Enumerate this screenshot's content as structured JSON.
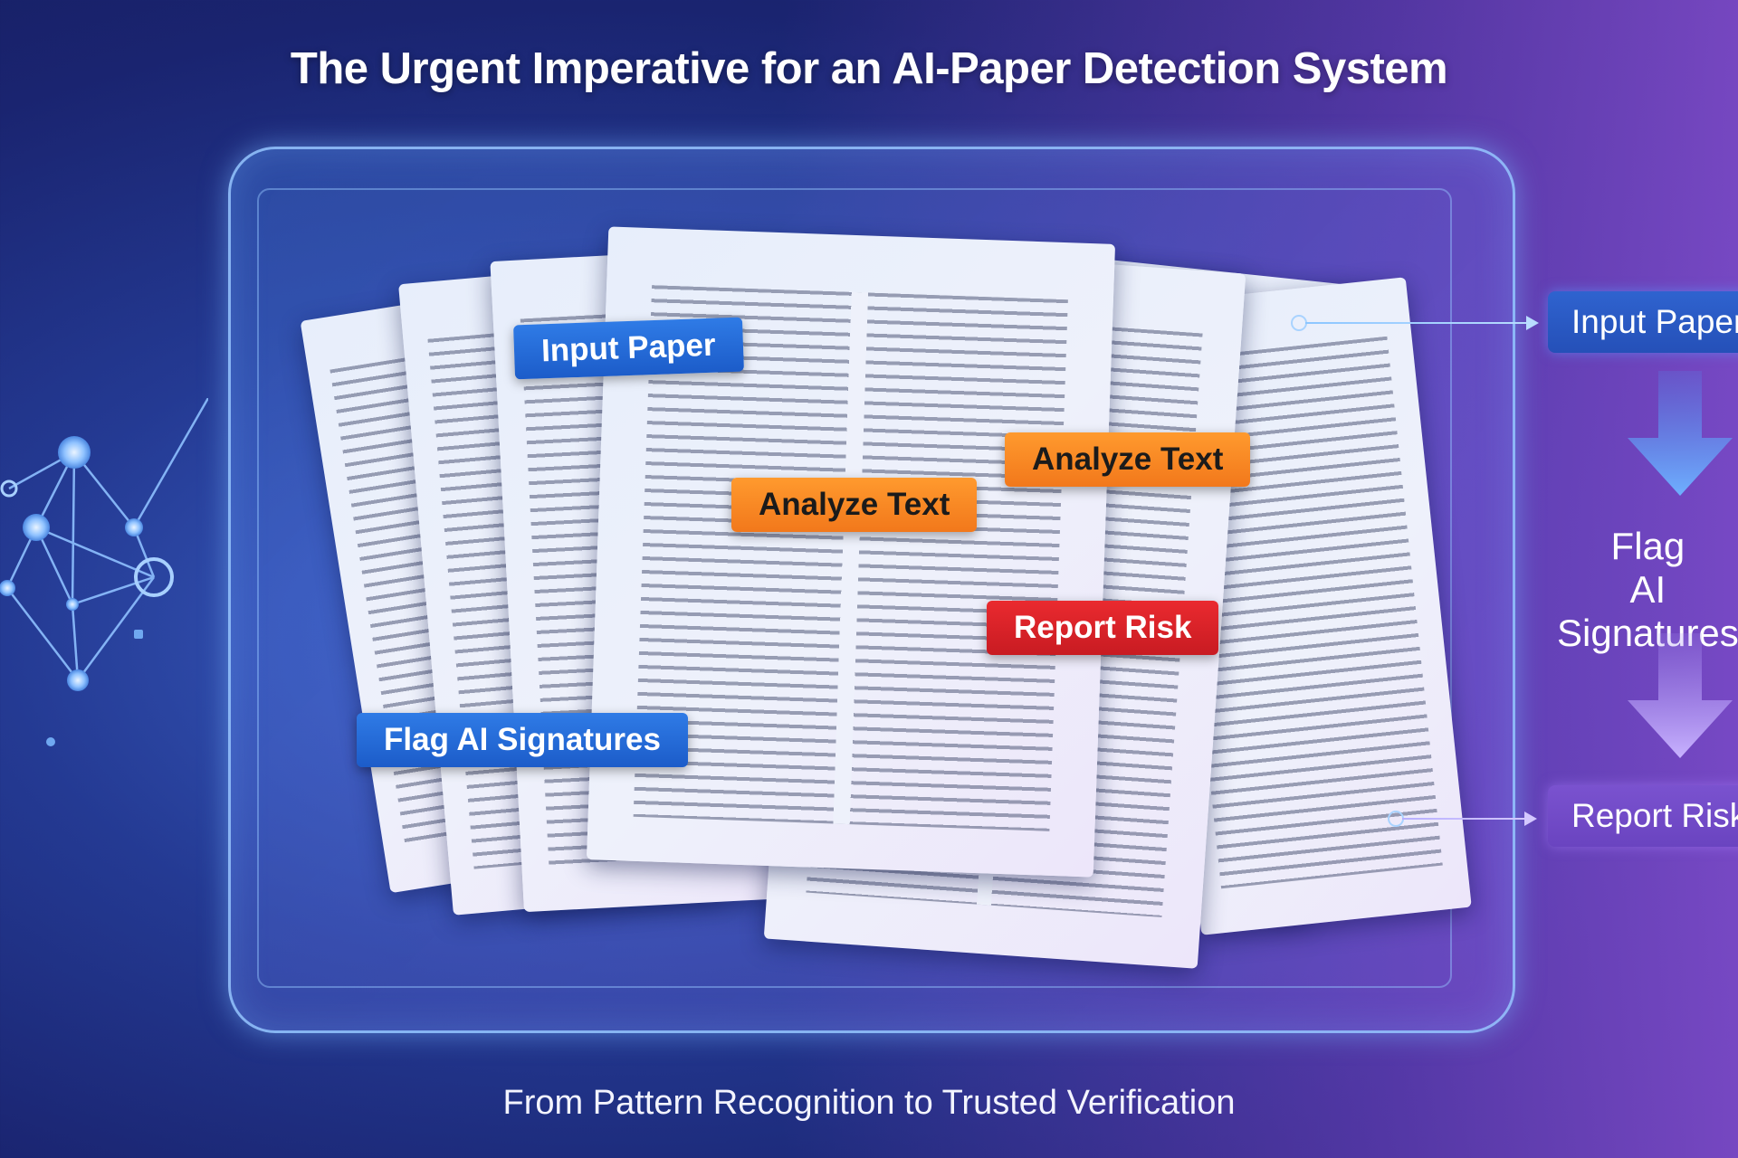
{
  "title": "The Urgent Imperative for an AI-Paper Detection System",
  "subtitle": "From Pattern Recognition to Trusted Verification",
  "tags": {
    "input_paper": "Input Paper",
    "analyze_text_1": "Analyze Text",
    "analyze_text_2": "Analyze Text",
    "report_risk": "Report Risk",
    "flag_ai": "Flag AI Signatures"
  },
  "flow": {
    "step1": "Input Paper",
    "step2_line1": "Flag",
    "step2_line2": "AI Signatures",
    "step3": "Report Risk"
  },
  "colors": {
    "blue_tag": "#1c5cc9",
    "orange_tag": "#f2781b",
    "red_tag": "#c81b22",
    "frame_glow": "#96c8ff"
  }
}
